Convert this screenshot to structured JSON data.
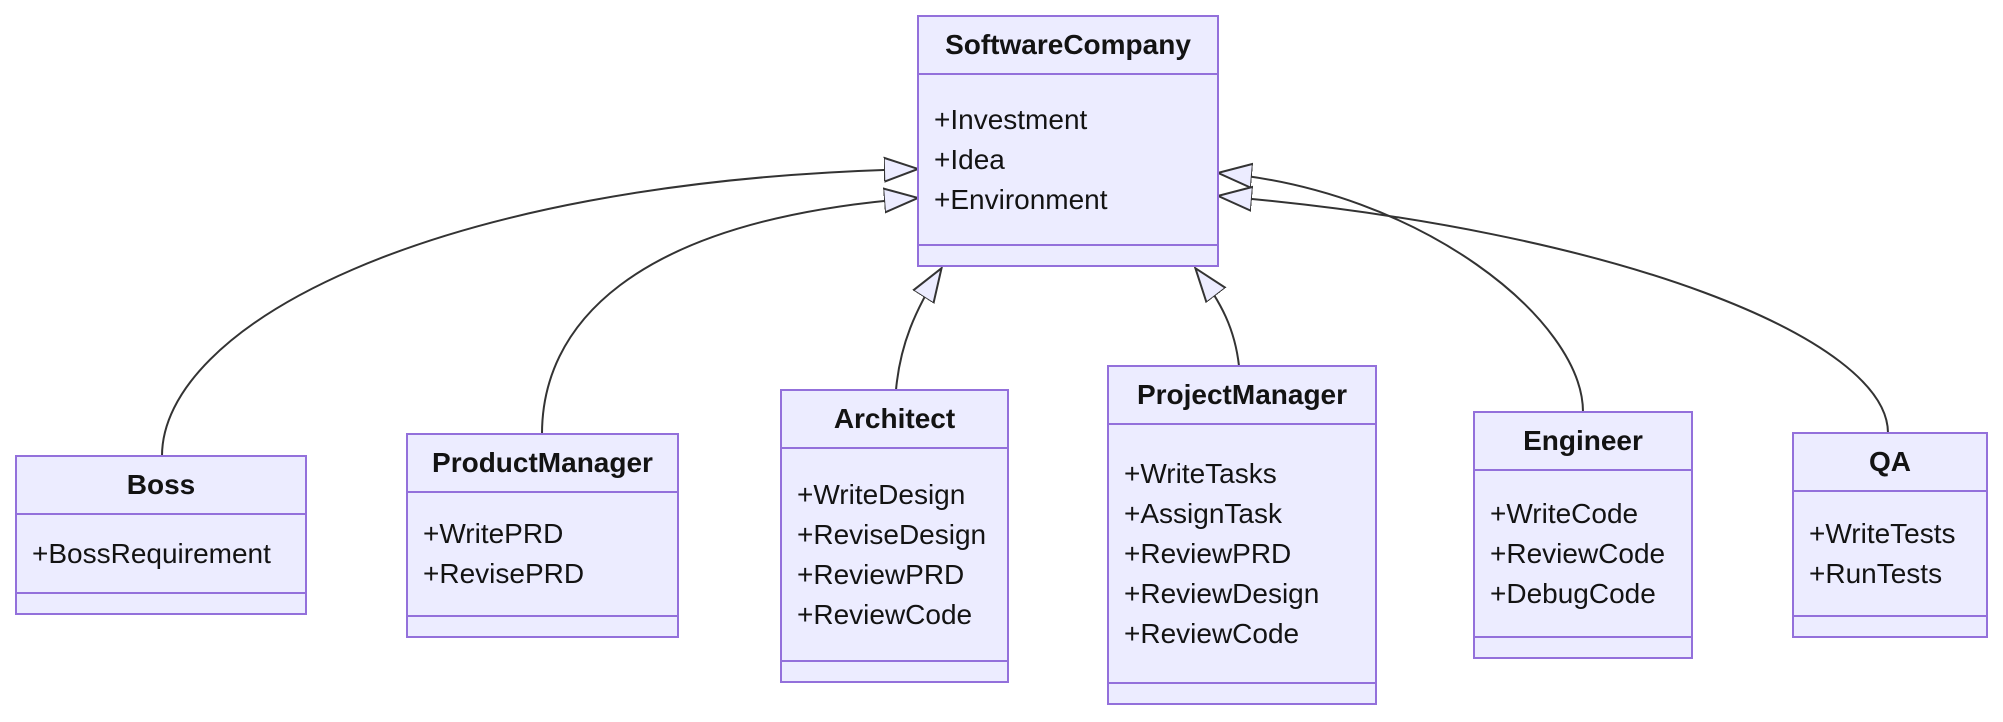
{
  "diagram": {
    "kind": "uml-class-diagram",
    "colors": {
      "node_fill": "#ECECFF",
      "node_border": "#9370DB",
      "edge_stroke": "#333333",
      "text": "#131313",
      "background": "#ffffff"
    },
    "classes": [
      {
        "name": "SoftwareCompany",
        "members": [
          "+Investment",
          "+Idea",
          "+Environment"
        ]
      },
      {
        "name": "Boss",
        "members": [
          "+BossRequirement"
        ]
      },
      {
        "name": "ProductManager",
        "members": [
          "+WritePRD",
          "+RevisePRD"
        ]
      },
      {
        "name": "Architect",
        "members": [
          "+WriteDesign",
          "+ReviseDesign",
          "+ReviewPRD",
          "+ReviewCode"
        ]
      },
      {
        "name": "ProjectManager",
        "members": [
          "+WriteTasks",
          "+AssignTask",
          "+ReviewPRD",
          "+ReviewDesign",
          "+ReviewCode"
        ]
      },
      {
        "name": "Engineer",
        "members": [
          "+WriteCode",
          "+ReviewCode",
          "+DebugCode"
        ]
      },
      {
        "name": "QA",
        "members": [
          "+WriteTests",
          "+RunTests"
        ]
      }
    ],
    "relations": [
      {
        "from": "Boss",
        "to": "SoftwareCompany",
        "type": "inheritance"
      },
      {
        "from": "ProductManager",
        "to": "SoftwareCompany",
        "type": "inheritance"
      },
      {
        "from": "Architect",
        "to": "SoftwareCompany",
        "type": "inheritance"
      },
      {
        "from": "ProjectManager",
        "to": "SoftwareCompany",
        "type": "inheritance"
      },
      {
        "from": "Engineer",
        "to": "SoftwareCompany",
        "type": "inheritance"
      },
      {
        "from": "QA",
        "to": "SoftwareCompany",
        "type": "inheritance"
      }
    ]
  }
}
